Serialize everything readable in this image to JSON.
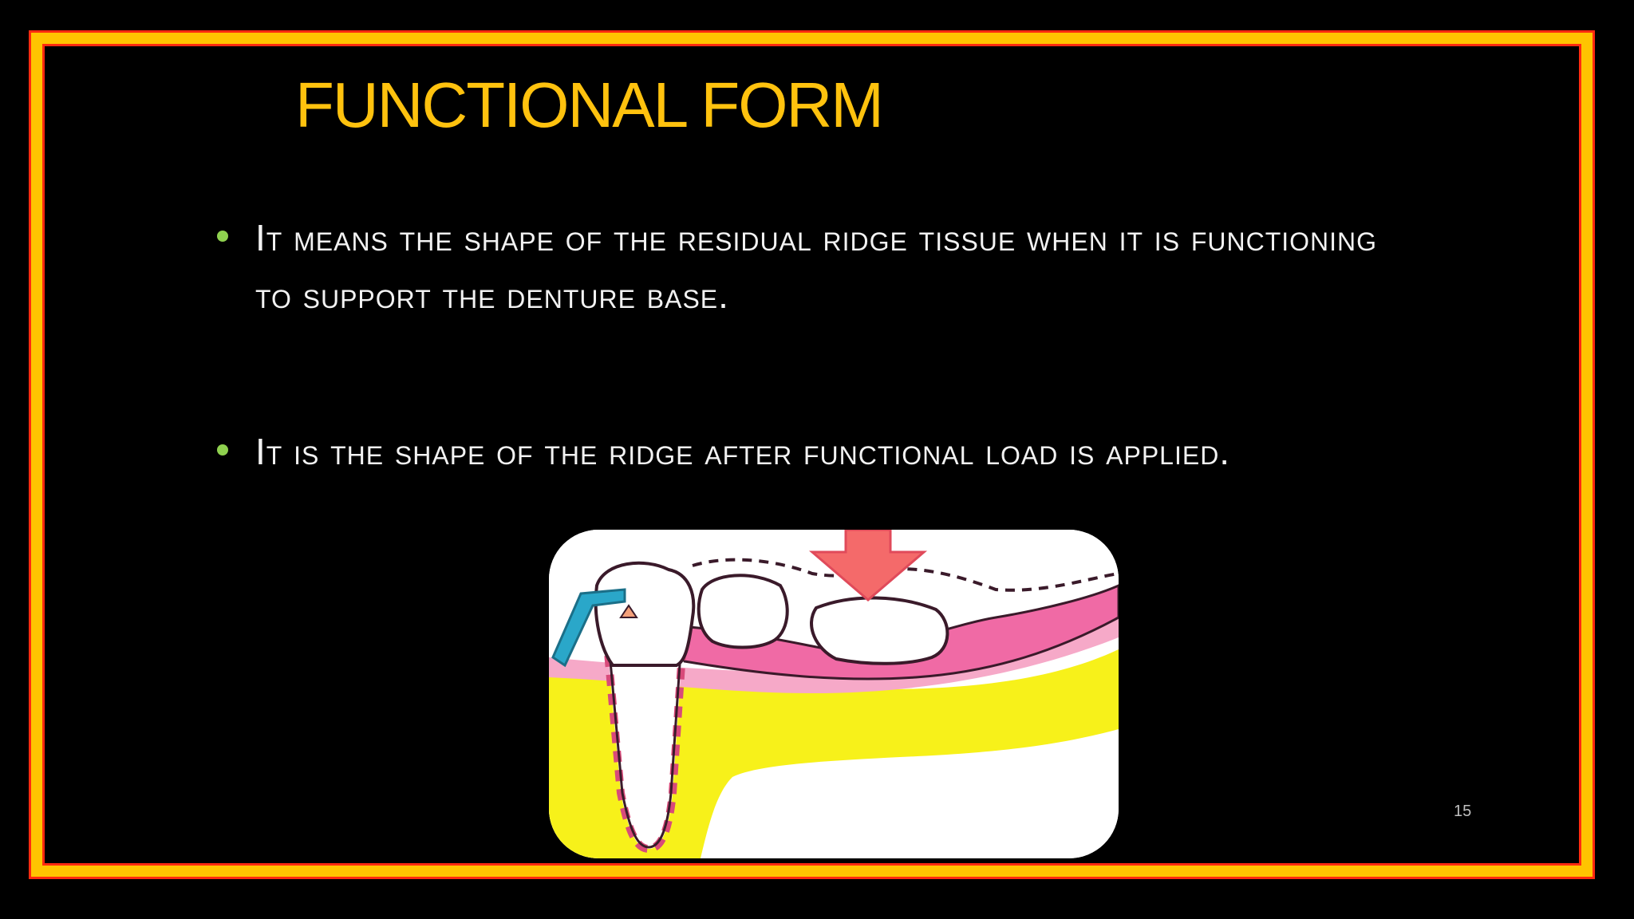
{
  "slide": {
    "title": "FUNCTIONAL FORM",
    "bullets": [
      "It means the shape of the residual ridge tissue  when it is functioning to support the denture base.",
      "It is the shape of the ridge after functional load is applied."
    ],
    "page_number": "15"
  },
  "colors": {
    "background": "#000000",
    "frame_gold": "#ffc400",
    "frame_red": "#ff2a10",
    "title": "#ffc20e",
    "body_text": "#f2f2f2",
    "bullet": "#8fd14f"
  },
  "figure": {
    "icons": [
      "tooth-icon",
      "gum-tissue",
      "bone",
      "load-arrow-icon"
    ]
  }
}
